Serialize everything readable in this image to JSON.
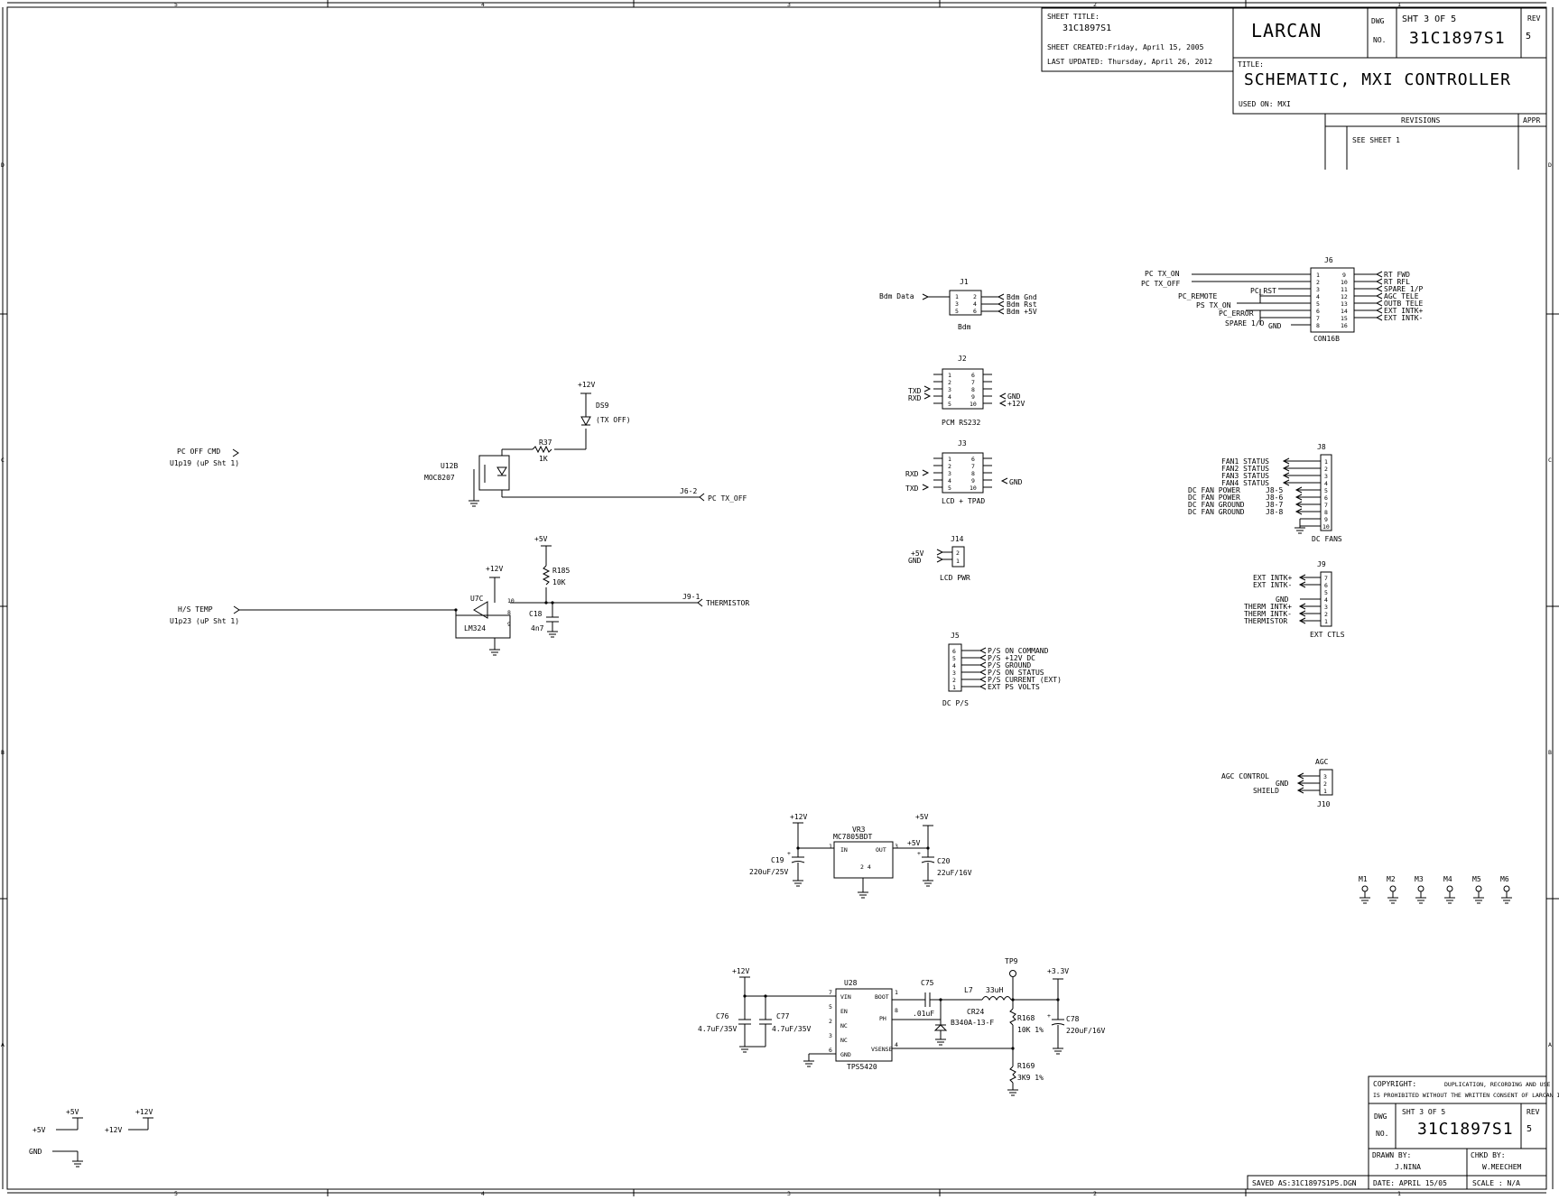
{
  "title_block": {
    "sheet_title_label": "SHEET TITLE:",
    "sheet_title": "31C1897S1",
    "sheet_created": "SHEET CREATED:Friday, April 15, 2005",
    "last_updated": "LAST UPDATED: Thursday, April 26, 2012",
    "company": "LARCAN",
    "dwg_label": "DWG",
    "no_label": "NO.",
    "sht": "SHT 3 OF 5",
    "dwg_no": "31C1897S1",
    "rev_label": "REV",
    "rev": "5",
    "title_label": "TITLE:",
    "title": "SCHEMATIC, MXI CONTROLLER",
    "used_on": "USED ON: MXI",
    "revisions_label": "REVISIONS",
    "appr_label": "APPR",
    "see_sheet": "SEE SHEET 1"
  },
  "bottom_block": {
    "copyright_label": "COPYRIGHT:",
    "copyright_text1": "DUPLICATION, RECORDING AND USE",
    "copyright_text2": "IS PROHIBITED WITHOUT THE WRITTEN CONSENT OF LARCAN INC.",
    "dwg_label": "DWG",
    "no_label": "NO.",
    "sht": "SHT 3 OF 5",
    "dwg_no": "31C1897S1",
    "rev_label": "REV",
    "rev": "5",
    "drawn_by_label": "DRAWN BY:",
    "drawn_by": "J.NINA",
    "chkd_by_label": "CHKD BY:",
    "chkd_by": "W.MEECHEM",
    "saved": "SAVED AS:31C1897S1P5.DGN",
    "date": "DATE: APRIL 15/05",
    "scale": "SCALE : N/A"
  },
  "border": {
    "zones_top": [
      "5",
      "4",
      "3",
      "2",
      "1"
    ],
    "zones_side": [
      "D",
      "C",
      "B",
      "A"
    ]
  },
  "power_symbols": {
    "p12": "+12V",
    "p5": "+5V",
    "p33": "+3.3V",
    "gnd": "GND"
  },
  "opto_circuit": {
    "input_net": "PC OFF CMD",
    "input_src": "U1p19 (uP Sht 1)",
    "ref": "U12B",
    "part": "MOC8207",
    "resistor_ref": "R37",
    "resistor_val": "1K",
    "led_ref": "DS9",
    "led_desc": "(TX OFF)",
    "out_port": "J6-2",
    "out_net": "PC TX_OFF"
  },
  "therm_circuit": {
    "input_net": "H/S TEMP",
    "input_src": "U1p23 (uP Sht 1)",
    "ref": "U7C",
    "part": "LM324",
    "pin10": "10",
    "pin8": "8",
    "pin9": "9",
    "resistor_ref": "R185",
    "resistor_val": "10K",
    "cap_ref": "C18",
    "cap_val": "4n7",
    "out_port": "J9-1",
    "out_net": "THERMISTOR"
  },
  "reg_circuit": {
    "ref": "VR3",
    "part": "MC7805BDT",
    "in": "IN",
    "out": "OUT",
    "pin1": "1",
    "pin3": "3",
    "gndpins": "2 4",
    "c19": "C19",
    "c19_val": "220uF/25V",
    "c20": "C20",
    "c20_val": "22uF/16V"
  },
  "buck_circuit": {
    "ref": "U28",
    "part": "TPS5420",
    "pins_left": [
      "VIN",
      "EN",
      "NC",
      "NC",
      "GND"
    ],
    "pin_nums_left": [
      "7",
      "5",
      "2",
      "3",
      "6"
    ],
    "boot": "BOOT",
    "ph": "PH",
    "vsense": "VSENSE",
    "pin1": "1",
    "pin8": "8",
    "pin4": "4",
    "c75": "C75",
    "c75_val": ".01uF",
    "l7": "L7",
    "l7_val": "33uH",
    "cr24": "CR24",
    "cr24_part": "B340A-13-F",
    "tp9": "TP9",
    "r168": "R168",
    "r168_val": "10K 1%",
    "r169": "R169",
    "r169_val": "3K9 1%",
    "c76": "C76",
    "c76_val": "4.7uF/35V",
    "c77": "C77",
    "c77_val": "4.7uF/35V",
    "c78": "C78",
    "c78_val": "220uF/16V"
  },
  "j1": {
    "ref": "J1",
    "name": "Bdm",
    "left_net": "Bdm Data",
    "pins_l": [
      "1",
      "3",
      "5"
    ],
    "pins_r": [
      "2",
      "4",
      "6"
    ],
    "right_nets": [
      "Bdm Gnd",
      "Bdm Rst",
      "Bdm +5V"
    ]
  },
  "j2": {
    "ref": "J2",
    "name": "PCM RS232",
    "pins_l": [
      "1",
      "2",
      "3",
      "4",
      "5"
    ],
    "pins_r": [
      "6",
      "7",
      "8",
      "9",
      "10"
    ],
    "left_nets": [
      "TXD",
      "RXD"
    ],
    "right_nets": [
      "GND",
      "+12V"
    ]
  },
  "j3": {
    "ref": "J3",
    "name": "LCD + TPAD",
    "pins_l": [
      "1",
      "2",
      "3",
      "4",
      "5"
    ],
    "pins_r": [
      "6",
      "7",
      "8",
      "9",
      "10"
    ],
    "left_nets": [
      "RXD",
      "TXD"
    ],
    "right_net": "GND"
  },
  "j4": {
    "ref": "J14",
    "name": "LCD PWR",
    "pins": [
      "2",
      "1"
    ],
    "nets": [
      "+5V",
      "GND"
    ]
  },
  "j5": {
    "ref": "J5",
    "name": "DC P/S",
    "pins": [
      "6",
      "5",
      "4",
      "3",
      "2",
      "1"
    ],
    "nets": [
      "P/S ON COMMAND",
      "P/S +12V DC",
      "P/S GROUND",
      "P/S ON STATUS",
      "P/S CURRENT (EXT)",
      "EXT PS VOLTS"
    ]
  },
  "j6": {
    "ref": "J6",
    "name": "CON16B",
    "pins_l": [
      "1",
      "2",
      "3",
      "4",
      "5",
      "6",
      "7",
      "8"
    ],
    "pins_r": [
      "9",
      "10",
      "11",
      "12",
      "13",
      "14",
      "15",
      "16"
    ],
    "left_nets": [
      "PC TX_ON",
      "PC TX_OFF",
      "PC_RST",
      "PC_REMOTE",
      "PS TX_ON",
      "PC_ERROR",
      "SPARE 1/O",
      "GND"
    ],
    "right_nets": [
      "RT FWD",
      "RT RFL",
      "SPARE 1/P",
      "AGC TELE",
      "OUTB TELE",
      "EXT INTK+",
      "EXT INTK-"
    ]
  },
  "j8": {
    "ref": "J8",
    "name": "DC FANS",
    "pins": [
      "1",
      "2",
      "3",
      "4",
      "5",
      "6",
      "7",
      "8",
      "9",
      "10"
    ],
    "nets": [
      "FAN1 STATUS",
      "FAN2 STATUS",
      "FAN3 STATUS",
      "FAN4 STATUS",
      "DC FAN POWER",
      "DC FAN POWER",
      "DC FAN GROUND",
      "DC FAN GROUND"
    ],
    "ports": [
      "J8-5",
      "J8-6",
      "J8-7",
      "J8-8"
    ]
  },
  "j9": {
    "ref": "J9",
    "name": "EXT CTLS",
    "pins": [
      "7",
      "6",
      "5",
      "4",
      "3",
      "2",
      "1"
    ],
    "nets": [
      "EXT INTK+",
      "EXT INTK-",
      "GND",
      "THERM INTK+",
      "THERM INTK-",
      "THERMISTOR"
    ]
  },
  "j10": {
    "ref": "J10",
    "name": "AGC",
    "pins": [
      "3",
      "2",
      "1"
    ],
    "nets": [
      "AGC CONTROL",
      "GND",
      "SHIELD"
    ]
  },
  "mounts": [
    "M1",
    "M2",
    "M3",
    "M4",
    "M5",
    "M6"
  ],
  "legend": {
    "p5": "+5V",
    "p12": "+12V",
    "gnd": "GND"
  }
}
